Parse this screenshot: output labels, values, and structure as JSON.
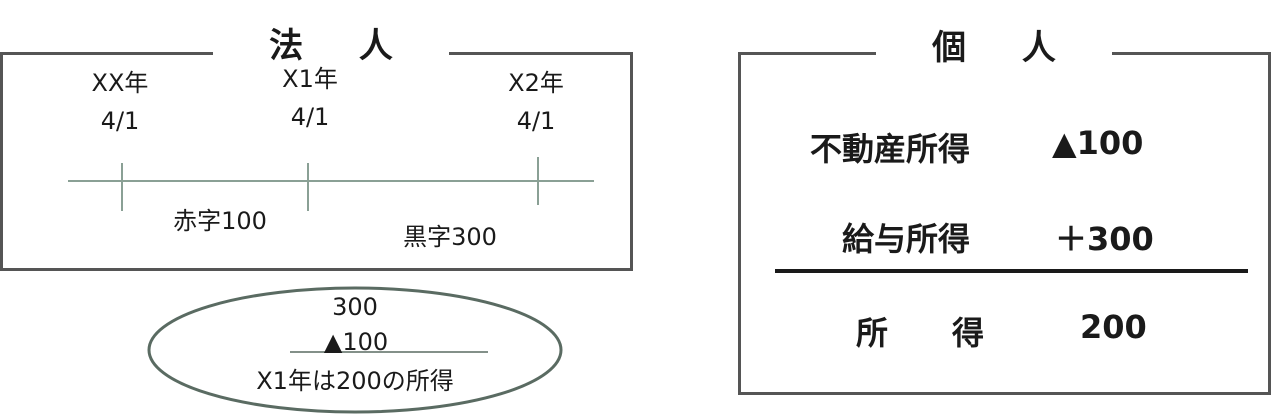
{
  "corporate": {
    "title": "法 人",
    "dates": [
      {
        "year": "XX年",
        "day": "4/1"
      },
      {
        "year": "X1年",
        "day": "4/1"
      },
      {
        "year": "X2年",
        "day": "4/1"
      }
    ],
    "periods": [
      "赤字100",
      "黒字300"
    ],
    "calc": {
      "top": "300",
      "sub": "▲100",
      "result": "X1年は200の所得"
    }
  },
  "individual": {
    "title": "個 人",
    "rows": [
      {
        "label": "不動産所得",
        "value": "▲100"
      },
      {
        "label": "給与所得",
        "value": "＋300"
      }
    ],
    "total": {
      "label": "所　　得",
      "value": "200"
    }
  },
  "colors": {
    "border": "#555555",
    "timeline": "#8aa095",
    "ellipse": "#5a6b62",
    "text": "#1a1a1a"
  }
}
